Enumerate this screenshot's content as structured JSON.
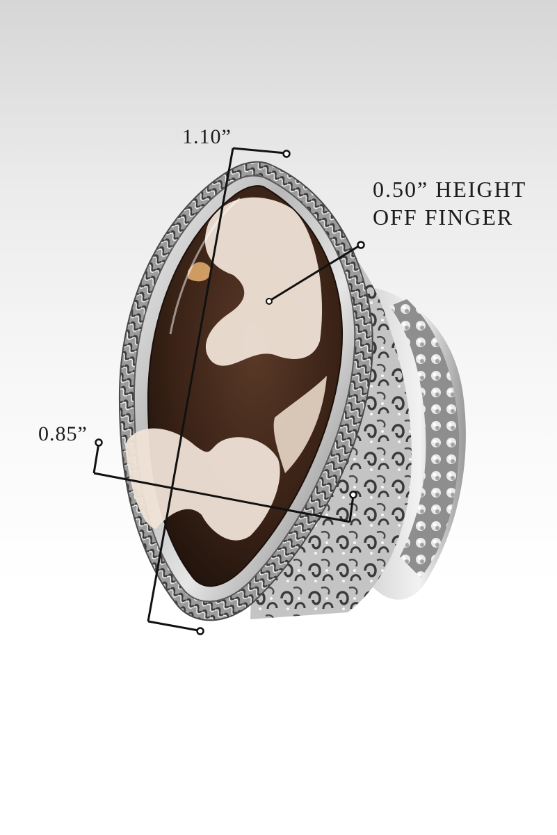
{
  "measurements": {
    "length": "1.10”",
    "height_line1": "0.50” HEIGHT",
    "height_line2": "OFF FINGER",
    "width": "0.85”"
  },
  "colors": {
    "silver_light": "#eeeeee",
    "silver_dark": "#5a5a5a",
    "stone_brown": "#3b2418",
    "stone_cream": "#efe2d6",
    "annotation_line": "#111111"
  }
}
